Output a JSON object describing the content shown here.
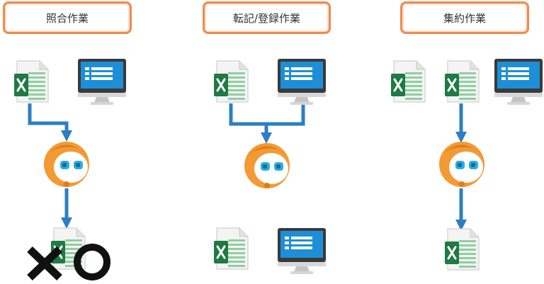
{
  "diagram": {
    "columns": [
      {
        "id": "collation",
        "title": "照合作業"
      },
      {
        "id": "transcription",
        "title": "転記/登録作業"
      },
      {
        "id": "aggregation",
        "title": "集約作業"
      }
    ],
    "icons": {
      "spreadsheet": "excel-sheet-icon",
      "monitor": "desktop-monitor-icon",
      "robot": "robot-face-icon",
      "cross": "cross-mark-icon",
      "circle": "circle-mark-icon"
    },
    "colors": {
      "title_border": "#ef8a4c",
      "arrow": "#2b7fc4",
      "excel_green": "#1f7a44",
      "robot_orange": "#f39a32",
      "screen_blue": "#1d8fd8"
    }
  }
}
